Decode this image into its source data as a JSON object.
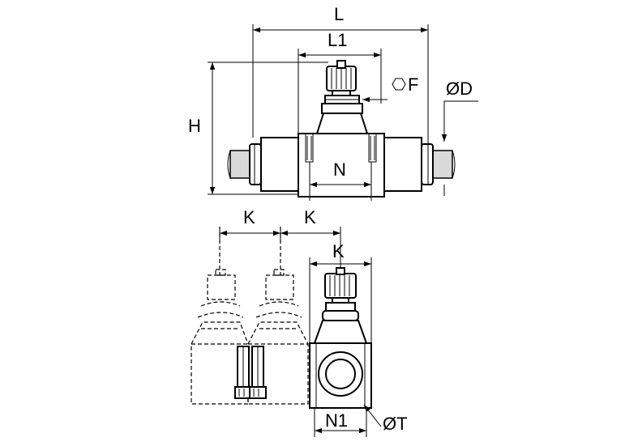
{
  "labels": {
    "L": "L",
    "L1": "L1",
    "F": "F",
    "D": "ØD",
    "H": "H",
    "N": "N",
    "K1": "K",
    "K2": "K",
    "K3": "K",
    "N1": "N1",
    "T": "ØT"
  },
  "icons": {
    "hex": "hexagon-icon"
  },
  "colors": {
    "line": "#000000",
    "tube": "#d9d9d9",
    "background": "#ffffff"
  }
}
